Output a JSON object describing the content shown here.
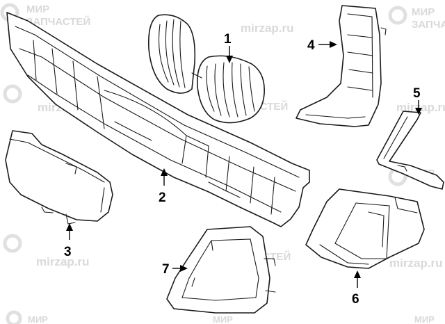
{
  "diagram": {
    "callouts": [
      {
        "id": "1",
        "label": "1"
      },
      {
        "id": "2",
        "label": "2"
      },
      {
        "id": "3",
        "label": "3"
      },
      {
        "id": "4",
        "label": "4"
      },
      {
        "id": "5",
        "label": "5"
      },
      {
        "id": "6",
        "label": "6"
      },
      {
        "id": "7",
        "label": "7"
      }
    ]
  },
  "watermark": {
    "brand_line1": "МИР",
    "brand_line2": "ЗАПЧАСТЕЙ",
    "url": "mirzap.ru",
    "color": "#d9d9d9"
  }
}
